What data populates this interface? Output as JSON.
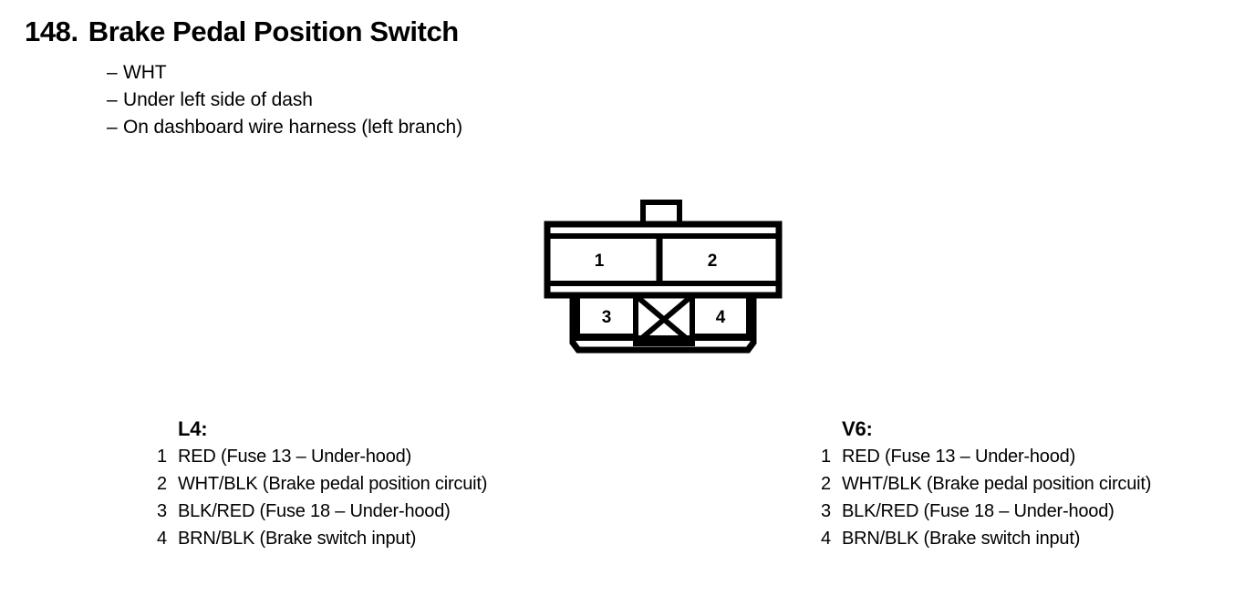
{
  "header": {
    "number": "148.",
    "title": "Brake Pedal Position Switch",
    "specs": [
      {
        "dash": "–",
        "text": "WHT"
      },
      {
        "dash": "–",
        "text": "Under left side of dash"
      },
      {
        "dash": "–",
        "text": "On dashboard wire harness (left branch)"
      }
    ]
  },
  "connector": {
    "cavities": [
      {
        "label": "1",
        "row": "upper",
        "position": "left"
      },
      {
        "label": "2",
        "row": "upper",
        "position": "right"
      },
      {
        "label": "3",
        "row": "lower",
        "position": "left"
      },
      {
        "label": "4",
        "row": "lower",
        "position": "right"
      }
    ],
    "blocked_cavity": {
      "marker": "x-cross",
      "row": "lower",
      "position": "center"
    },
    "line_color": "#000000",
    "fill_color": "#ffffff"
  },
  "pinouts": [
    {
      "id": "l4",
      "heading": "L4:",
      "pins": [
        {
          "num": "1",
          "desc": "RED (Fuse 13 – Under-hood)"
        },
        {
          "num": "2",
          "desc": "WHT/BLK (Brake pedal position circuit)"
        },
        {
          "num": "3",
          "desc": "BLK/RED (Fuse 18 – Under-hood)"
        },
        {
          "num": "4",
          "desc": "BRN/BLK (Brake switch input)"
        }
      ]
    },
    {
      "id": "v6",
      "heading": "V6:",
      "pins": [
        {
          "num": "1",
          "desc": "RED (Fuse 13 – Under-hood)"
        },
        {
          "num": "2",
          "desc": "WHT/BLK (Brake pedal position circuit)"
        },
        {
          "num": "3",
          "desc": "BLK/RED (Fuse 18 – Under-hood)"
        },
        {
          "num": "4",
          "desc": "BRN/BLK (Brake switch input)"
        }
      ]
    }
  ]
}
